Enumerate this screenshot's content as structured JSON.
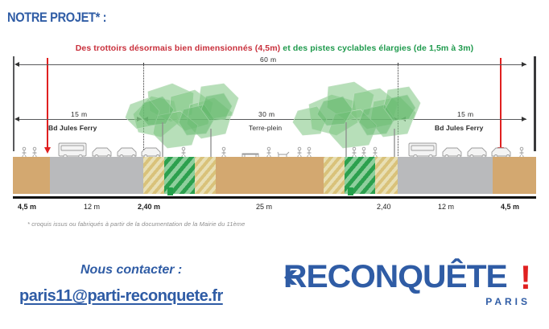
{
  "title": "NOTRE PROJET* :",
  "subtitle": {
    "red_part": "Des trottoirs désormais bien dimensionnés (4,5m)",
    "green_part": "et des pistes cyclables élargies (de 1,5m à 3m)"
  },
  "diagram": {
    "total_span_label": "60 m",
    "segments": [
      {
        "label": "15 m",
        "sublabel": "Bd Jules Ferry"
      },
      {
        "label": "30 m",
        "sublabel": "Terre-plein"
      },
      {
        "label": "15 m",
        "sublabel": "Bd Jules Ferry"
      }
    ],
    "bottom_dimensions": [
      {
        "label": "4,5 m",
        "bold": true
      },
      {
        "label": "12 m",
        "bold": false
      },
      {
        "label": "2,40 m",
        "bold": true
      },
      {
        "label": "25 m",
        "bold": false
      },
      {
        "label": "2,40",
        "bold": false
      },
      {
        "label": "12 m",
        "bold": false
      },
      {
        "label": "4,5 m",
        "bold": true
      }
    ],
    "colors": {
      "sidewalk": "#d3a870",
      "roadway": "#b9babc",
      "bike_lane": "#2ca04e",
      "buffer_hatch": "#d9c27a",
      "median": "#d3a870",
      "red_marker": "#e02020",
      "dimension_line": "#58595b"
    }
  },
  "footnote": "* croquis issus ou fabriqués à partir de la documentation de la Mairie du 11ème",
  "contact": {
    "heading": "Nous contacter :",
    "email": "paris11@parti-reconquete.fr"
  },
  "logo": {
    "word": "RECONQUÊTE",
    "bang": "!",
    "sub": "PARIS",
    "blue": "#2f5ca5",
    "red": "#e02020"
  }
}
